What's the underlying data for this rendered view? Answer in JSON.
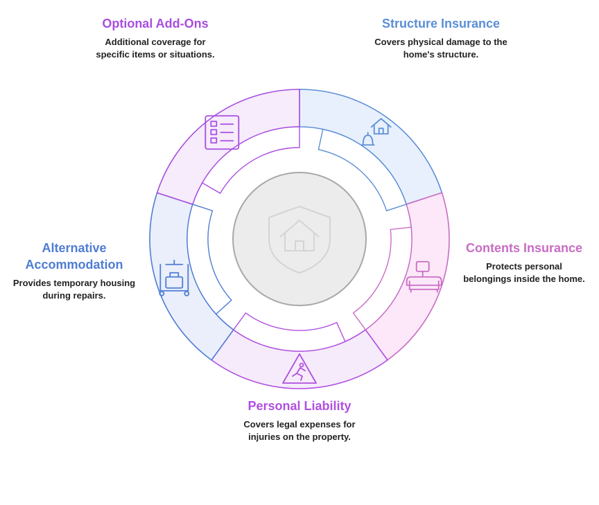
{
  "diagram": {
    "segments": [
      {
        "id": "structure",
        "title": "Structure Insurance",
        "description": "Covers physical damage to the home's structure.",
        "color": "#5b8ed6",
        "fill": "#e8f0fd",
        "icon": "house-hardhat-icon"
      },
      {
        "id": "contents",
        "title": "Contents Insurance",
        "description": "Protects personal belongings inside the home.",
        "color": "#c86cc4",
        "fill": "#fce8f8",
        "icon": "sofa-lamp-icon"
      },
      {
        "id": "liability",
        "title": "Personal Liability",
        "description": "Covers legal expenses for injuries on the property.",
        "color": "#b04fe0",
        "fill": "#f6ebfb",
        "icon": "wet-floor-warning-icon"
      },
      {
        "id": "accommodation",
        "title": "Alternative Accommodation",
        "description": "Provides temporary housing during repairs.",
        "color": "#4f7cd4",
        "fill": "#eaeffb",
        "icon": "luggage-cart-icon"
      },
      {
        "id": "addons",
        "title": "Optional Add-Ons",
        "description": "Additional coverage for specific items or situations.",
        "color": "#a84ee0",
        "fill": "#f6ecfb",
        "icon": "checklist-icon"
      }
    ],
    "center": {
      "icon": "home-shield-icon",
      "fill": "#ececec",
      "stroke": "#a8a8a8"
    }
  }
}
